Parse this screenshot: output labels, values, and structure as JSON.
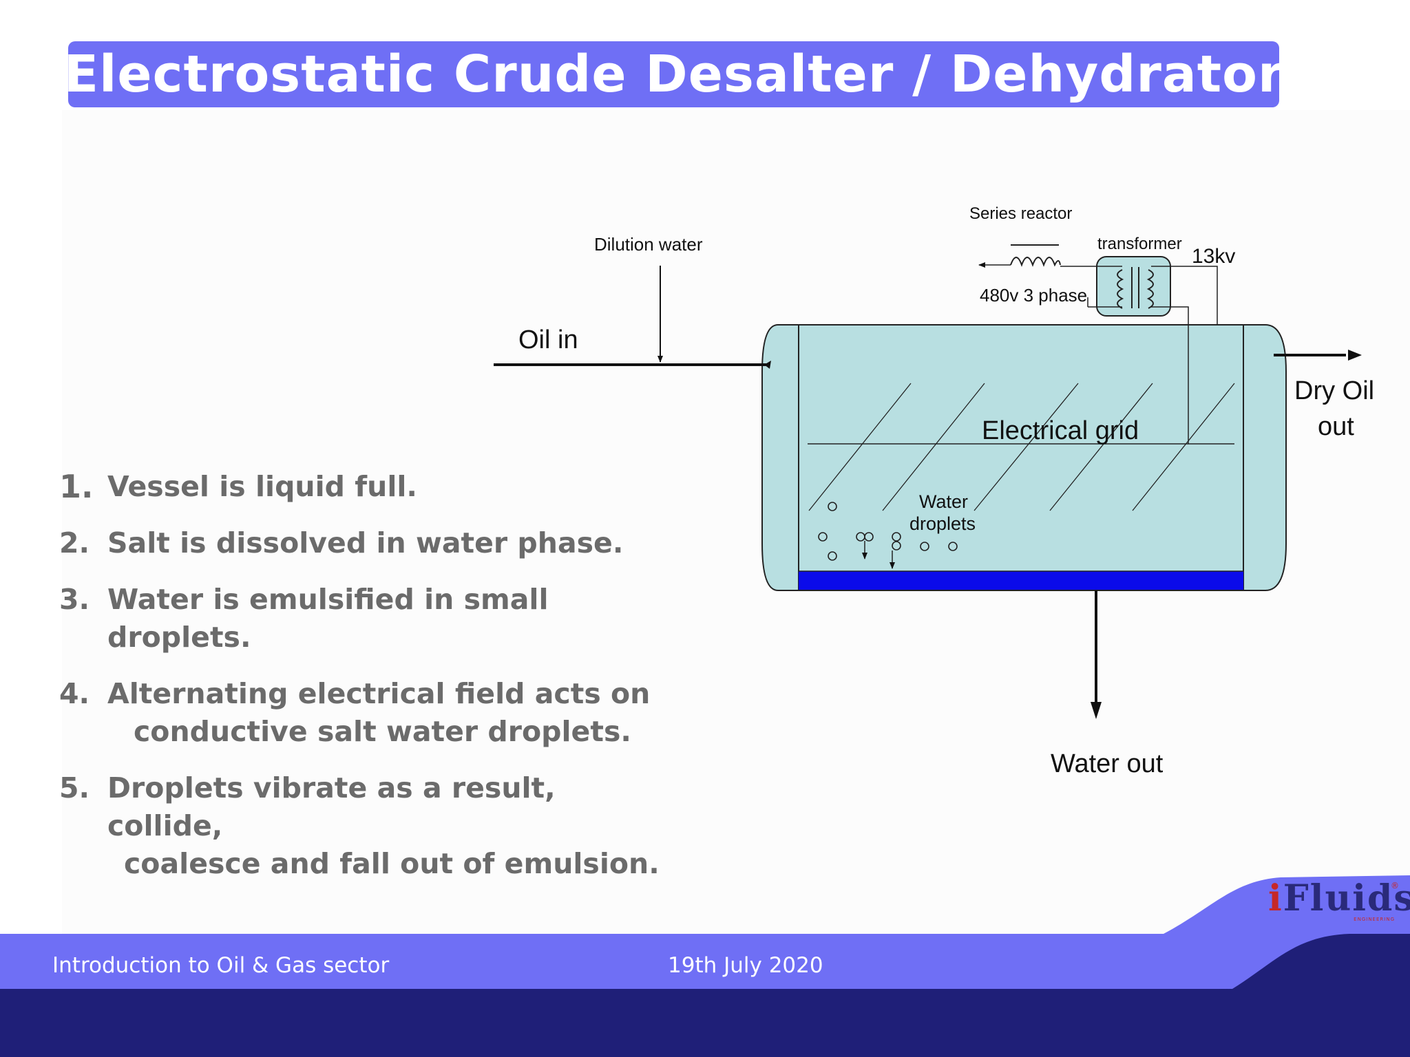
{
  "title": "Electrostatic Crude Desalter / Dehydrator",
  "points": [
    {
      "num": "1.",
      "line1": "Vessel is liquid full.",
      "line2": ""
    },
    {
      "num": "2.",
      "line1": "Salt is dissolved in water phase.",
      "line2": ""
    },
    {
      "num": "3.",
      "line1": "Water is emulsified in small droplets.",
      "line2": ""
    },
    {
      "num": "4.",
      "line1": "Alternating electrical field acts on",
      "line2": "conductive salt water droplets."
    },
    {
      "num": "5.",
      "line1": "Droplets vibrate as a result, collide,",
      "line2": "coalesce and fall out of emulsion."
    }
  ],
  "diagram": {
    "series_reactor": "Series reactor",
    "dilution_water": "Dilution water",
    "transformer": "transformer",
    "kv": "13kv",
    "phase": "480v 3 phase",
    "oil_in": "Oil in",
    "dry_oil_line1": "Dry Oil",
    "dry_oil_line2": "out",
    "electrical_grid": "Electrical grid",
    "water_droplets_line1": "Water",
    "water_droplets_line2": "droplets",
    "water_out": "Water out"
  },
  "footer": {
    "course": "Introduction to Oil & Gas sector",
    "date": "19th July 2020"
  },
  "logo": {
    "i": "i",
    "rest": "Fluids",
    "sub": "ENGINEERING",
    "reg": "®"
  },
  "colors": {
    "title_bar": "#6f6ff5",
    "vessel_fill": "#b8dfe1",
    "water_layer": "#0b0bea",
    "footer_band": "#6f6ff5",
    "footer_bottom": "#1f1f78",
    "text_grey": "#6b6b6b"
  }
}
